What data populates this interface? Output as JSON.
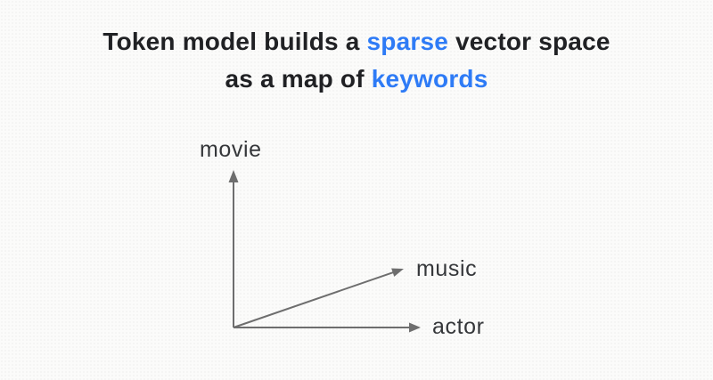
{
  "title": {
    "line1": [
      {
        "text": "Token model builds a "
      },
      {
        "text": "sparse",
        "highlight": true
      },
      {
        "text": " vector space"
      }
    ],
    "line2": [
      {
        "text": "as a map of "
      },
      {
        "text": "keywords",
        "highlight": true
      }
    ]
  },
  "diagram": {
    "labels": {
      "y_axis": "movie",
      "vector": "music",
      "x_axis": "actor"
    }
  },
  "colors": {
    "background": "#fbfbfa",
    "title_text": "#202124",
    "highlight_blue": "#2e7bf6",
    "arrow_gray": "#6e6e6e",
    "label_text": "#35373a"
  }
}
